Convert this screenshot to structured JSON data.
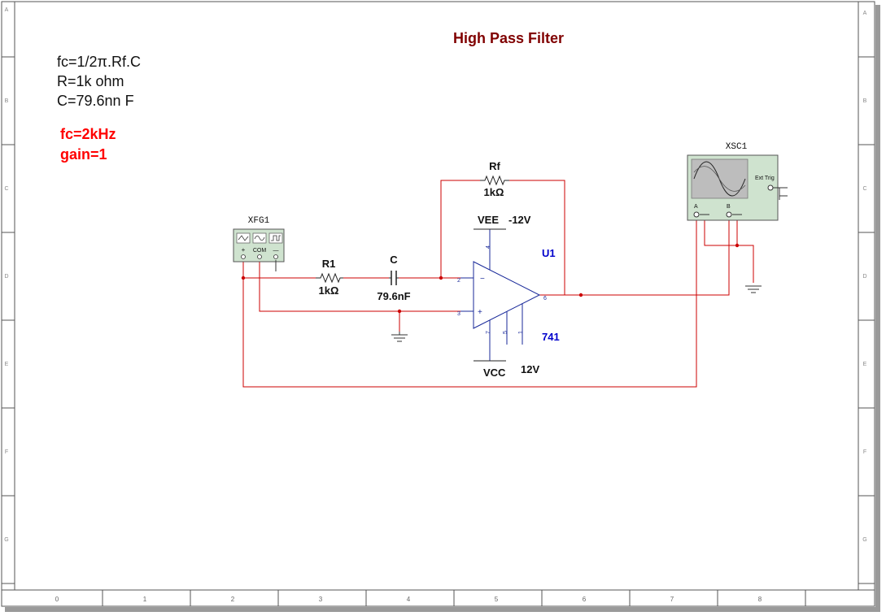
{
  "title": "High Pass Filter",
  "notes": {
    "line1": "fc=1/2π.Rf.C",
    "line2": "R=1k ohm",
    "line3": "C=79.6nn F",
    "result1": "fc=2kHz",
    "result2": "gain=1"
  },
  "components": {
    "function_generator": {
      "ref": "XFG1",
      "terminal_plus": "+",
      "terminal_com": "COM",
      "terminal_minus": "—"
    },
    "r1": {
      "ref": "R1",
      "value": "1kΩ"
    },
    "c": {
      "ref": "C",
      "value": "79.6nF"
    },
    "rf": {
      "ref": "Rf",
      "value": "1kΩ"
    },
    "opamp": {
      "ref": "U1",
      "model": "741",
      "pin_minus": "2",
      "pin_plus": "3",
      "pin_out": "6",
      "pin_vee": "4",
      "pin_vcc": "7",
      "pin_5": "5",
      "pin_1": "1",
      "sym_minus": "−",
      "sym_plus": "+"
    },
    "vee": {
      "label": "VEE",
      "value": "-12V"
    },
    "vcc": {
      "label": "VCC",
      "value": "12V"
    },
    "oscilloscope": {
      "ref": "XSC1",
      "ext_trig": "Ext Trig",
      "ch_a": "A",
      "ch_b": "B"
    }
  },
  "border": {
    "columns": [
      "0",
      "1",
      "2",
      "3",
      "4",
      "5",
      "6",
      "7",
      "8"
    ],
    "rows": [
      "A",
      "B",
      "C",
      "D",
      "E",
      "F",
      "G"
    ]
  },
  "colors": {
    "wire": "#cc0000",
    "title": "#800000",
    "note_red": "#ff0000",
    "opamp_blue": "#0000cc",
    "instrument_fill": "#cfe3cf"
  }
}
